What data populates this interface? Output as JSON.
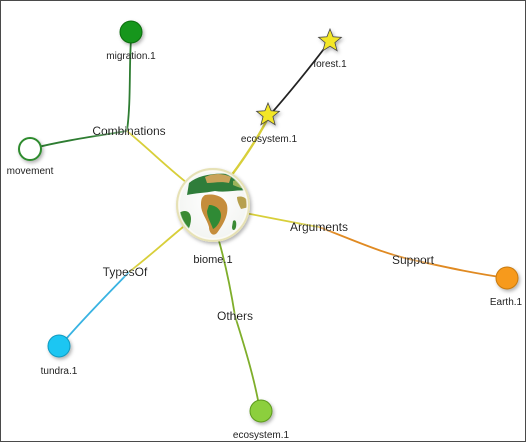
{
  "graph": {
    "center": {
      "label": "biome.1"
    },
    "nodes": {
      "migration": {
        "label": "migration.1",
        "color": "#13961a"
      },
      "movement": {
        "label": "movement",
        "color": "#ffffff",
        "stroke": "#2e8b2e"
      },
      "forest": {
        "label": "forest.1",
        "color": "#f3e626",
        "shape": "star"
      },
      "ecosystem_star": {
        "label": "ecosystem.1",
        "color": "#f3e626",
        "shape": "star"
      },
      "earth": {
        "label": "Earth.1",
        "color": "#f79a1e"
      },
      "tundra": {
        "label": "tundra.1",
        "color": "#1ec6f2"
      },
      "ecosystem_bottom": {
        "label": "ecosystem.1",
        "color": "#8ccf3c"
      }
    },
    "edge_labels": {
      "combinations": "Combinations",
      "arguments": "Arguments",
      "support": "Support",
      "types_of": "TypesOf",
      "others": "Others"
    },
    "colors": {
      "green_edge": "#2e7d32",
      "yellow_edge": "#d8cf3a",
      "orange_edge": "#e08a22",
      "blue_edge": "#39b3e2",
      "olive_edge": "#7fae2b",
      "black_edge": "#222222"
    }
  }
}
